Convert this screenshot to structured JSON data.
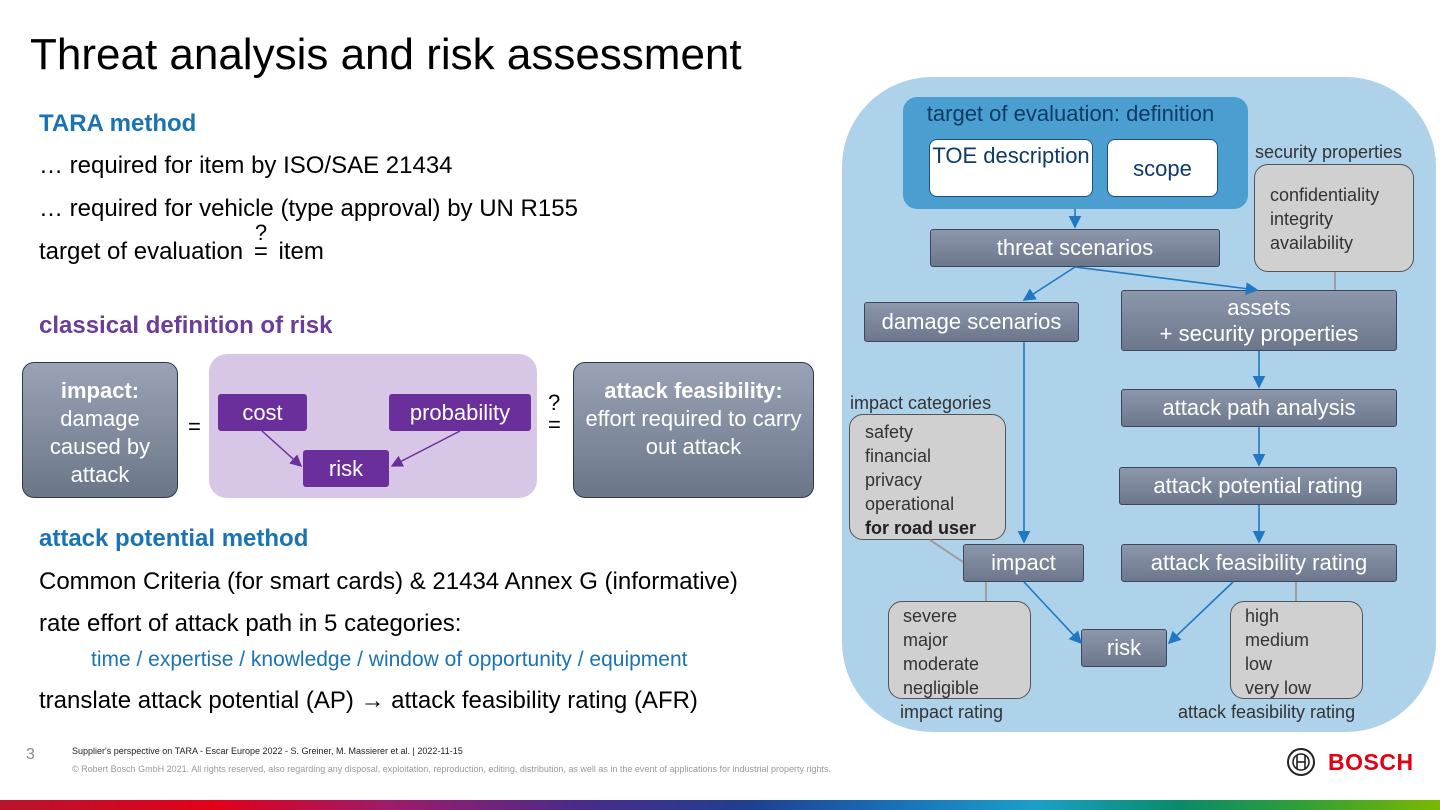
{
  "title": "Threat analysis and risk assessment",
  "left": {
    "tara_heading": "TARA method",
    "tara_lines": [
      "… required for item by ISO/SAE 21434",
      "… required for vehicle (type approval) by UN R155"
    ],
    "toe_line_prefix": "target of evaluation",
    "toe_eq": "=",
    "toe_q": "?",
    "toe_line_suffix": "item",
    "risk_heading": "classical definition of risk",
    "impact_bold": "impact:",
    "impact_text": "damage caused by attack",
    "eq1": "=",
    "cost": "cost",
    "probability": "probability",
    "risk": "risk",
    "eq2_q": "?",
    "eq2": "=",
    "af_bold": "attack feasibility:",
    "af_text": "effort required to carry out attack",
    "ap_heading": "attack potential method",
    "ap_line1": "Common Criteria (for smart cards) & 21434 Annex G (informative)",
    "ap_line2": "rate effort of attack path in 5 categories:",
    "ap_categories": "time / expertise / knowledge / window of opportunity / equipment",
    "ap_line3": "translate attack potential (AP) → attack feasibility rating (AFR)"
  },
  "diagram": {
    "toe_header": "target of evaluation: definition",
    "toe_description": "TOE description",
    "scope": "scope",
    "security_properties_label": "security properties",
    "security_properties": [
      "confidentiality",
      "integrity",
      "availability"
    ],
    "threat_scenarios": "threat scenarios",
    "damage_scenarios": "damage scenarios",
    "assets": "assets",
    "assets_sub": "+ security properties",
    "impact_categories_label": "impact categories",
    "impact_categories": [
      "safety",
      "financial",
      "privacy",
      "operational"
    ],
    "impact_categories_bold": "for road user",
    "attack_path_analysis": "attack path analysis",
    "attack_potential_rating": "attack potential rating",
    "impact": "impact",
    "attack_feasibility_rating": "attack feasibility rating",
    "risk": "risk",
    "impact_ratings": [
      "severe",
      "major",
      "moderate",
      "negligible"
    ],
    "impact_rating_label": "impact rating",
    "feasibility_ratings": [
      "high",
      "medium",
      "low",
      "very low"
    ],
    "feasibility_rating_label": "attack feasibility rating"
  },
  "footer": {
    "page_number": "3",
    "citation": "Supplier's perspective on TARA - Escar Europe 2022 - S. Greiner, M. Massierer et al. | 2022-11-15",
    "copyright": "© Robert Bosch GmbH 2021. All rights reserved, also regarding any disposal, exploitation, reproduction, editing, distribution, as well as in the event of applications for industrial property rights.",
    "brand": "BOSCH"
  },
  "colors": {
    "blue_heading": "#1a73b3",
    "purple_heading": "#6a3d99",
    "panel_bg": "#add2ea",
    "brand_red": "#e20015"
  }
}
